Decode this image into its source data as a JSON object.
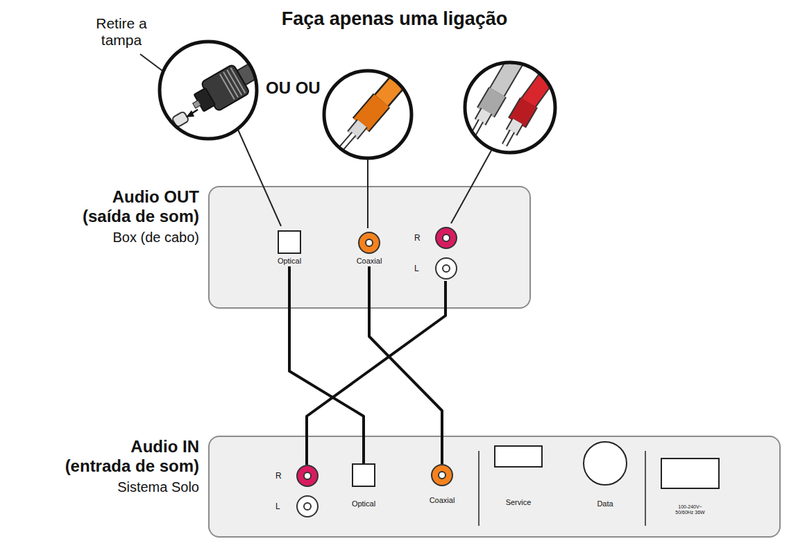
{
  "diagram": {
    "title": "Faça apenas uma ligação",
    "nodes": [
      {
        "text": [
          "Audio OUT (saída de som)",
          "Box (de cabo)"
        ]
      },
      {
        "text": [
          "Optical"
        ],
        "in": 0
      },
      {
        "text": [
          "Coaxial"
        ],
        "in": 0
      },
      {
        "text": [
          "R",
          "L"
        ],
        "in": 0
      },
      {
        "text": [
          "Audio IN (entrada de som)",
          "Sistema Solo"
        ]
      },
      {
        "text": [
          "R",
          "L"
        ],
        "in": 4
      },
      {
        "text": [
          "Optical"
        ],
        "in": 4
      },
      {
        "text": [
          "Coaxial"
        ],
        "in": 4
      },
      {
        "text": [
          "Service"
        ],
        "in": 4
      },
      {
        "text": [
          "Data"
        ],
        "in": 4
      },
      {
        "text": [
          "100-240V~ 50/60Hz 36W"
        ],
        "in": 4
      }
    ],
    "edges": [
      {
        "from": 1,
        "to": 6,
        "arrow": "none"
      },
      {
        "from": 2,
        "to": 7,
        "arrow": "none"
      },
      {
        "from": 3,
        "to": 5,
        "arrow": "none"
      }
    ],
    "labels": [
      "Retire a tampa",
      "OU OU"
    ]
  }
}
